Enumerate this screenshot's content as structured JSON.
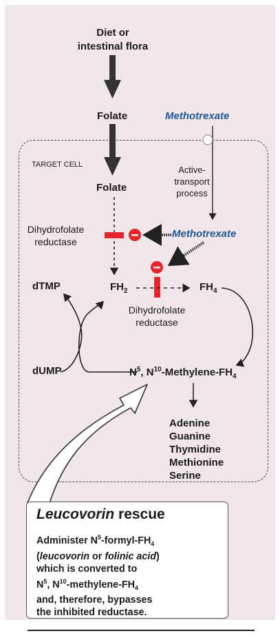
{
  "diagram": {
    "source": "Diet or\nintestinal flora",
    "folate_outer": "Folate",
    "methotrexate_outer": "Methotrexate",
    "target_cell": "TARGET CELL",
    "transport": "Active-\ntransport\nprocess",
    "folate_inner": "Folate",
    "dhfr_1": "Dihydrofolate\nreductase",
    "methotrexate_inner": "Methotrexate",
    "dtmp": "dTMP",
    "dump": "dUMP",
    "fh2": "FH",
    "fh2_sub": "2",
    "fh4": "FH",
    "fh4_sub": "4",
    "dhfr_2": "Dihydrofolate\nreductase",
    "methylene_a": "N",
    "methylene_sup1": "5",
    "methylene_b": ", N",
    "methylene_sup2": "10",
    "methylene_c": "-Methylene-FH",
    "methylene_sub": "4",
    "products": [
      "Adenine",
      "Guanine",
      "Thymidine",
      "Methionine",
      "Serine"
    ],
    "inhibitor_symbol": "–"
  },
  "rescue": {
    "title_a": "Leucovorin",
    "title_b": " rescue",
    "t1": "Administer N",
    "t1_sup": "5",
    "t1_b": "-formyl-FH",
    "t1_sub": "4",
    "t2_open": "(",
    "t2_leu": "leucovorin",
    "t2_or": " or ",
    "t2_fol": "folinic acid",
    "t2_close": ")",
    "t3": "which is converted to",
    "t4_a": "N",
    "t4_sup1": "5",
    "t4_b": ", N",
    "t4_sup2": "10",
    "t4_c": "-methylene-FH",
    "t4_sub": "4",
    "t5": "and, therefore, bypasses",
    "t6": "the inhibited reductase."
  },
  "colors": {
    "background": "#f1e6ea",
    "methotrexate": "#1f5a94",
    "inhibitor": "#e5252a",
    "arrow": "#222222"
  }
}
